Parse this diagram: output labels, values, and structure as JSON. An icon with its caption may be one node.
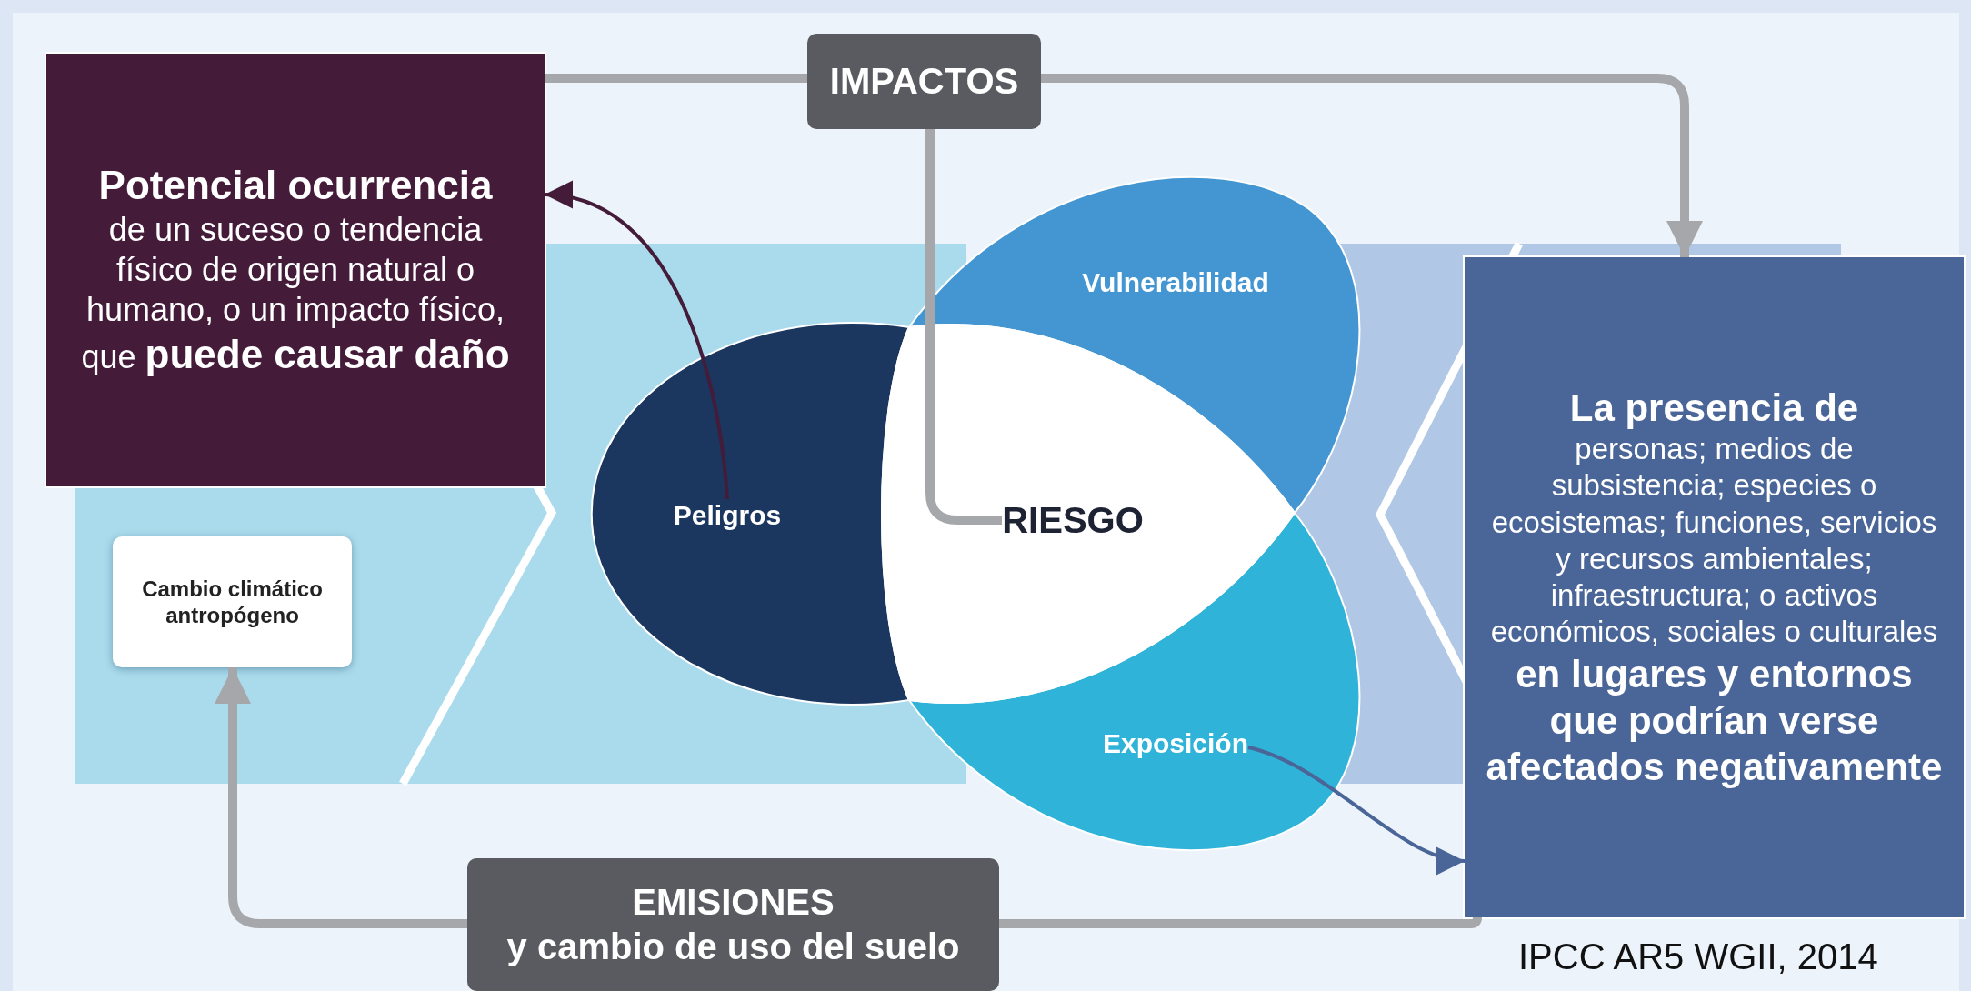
{
  "diagram": {
    "caption": "IPCC AR5 WGII, 2014",
    "nodes": [
      {
        "text": [
          "Potencial ocurrencia",
          "de un suceso o tendencia físico de origen natural o humano, o un impacto físico, que **puede causar daño**"
        ]
      },
      {
        "text": [
          "IMPACTOS"
        ]
      },
      {
        "text": [
          "Vulnerabilidad"
        ]
      },
      {
        "text": [
          "La presencia de",
          "personas; medios de subsistencia; especies o ecosistemas; funciones, servicios y recursos ambientales; infraestructura; o activos económicos, sociales o culturales **en lugares y entornos que podrían verse afectados negativamente**"
        ]
      },
      {
        "text": [
          "Peligros"
        ]
      },
      {
        "text": [
          "RIESGO"
        ]
      },
      {
        "text": [
          "Cambio climático antropógeno"
        ]
      },
      {
        "text": [
          "Exposición"
        ]
      },
      {
        "text": [
          "EMISIONES",
          "y cambio de uso del suelo"
        ]
      }
    ],
    "edges": [
      {
        "from": 1,
        "to": 0,
        "arrow": "none"
      },
      {
        "from": 1,
        "to": 3,
        "arrow": "to"
      },
      {
        "from": 1,
        "to": 5,
        "arrow": "none"
      },
      {
        "from": 4,
        "to": 0,
        "arrow": "to",
        "color": "#451b3a"
      },
      {
        "from": 7,
        "to": 3,
        "arrow": "to",
        "color": "#4a6597"
      },
      {
        "from": 8,
        "to": 6,
        "arrow": "to"
      },
      {
        "from": 8,
        "to": 3,
        "arrow": "none"
      }
    ]
  }
}
